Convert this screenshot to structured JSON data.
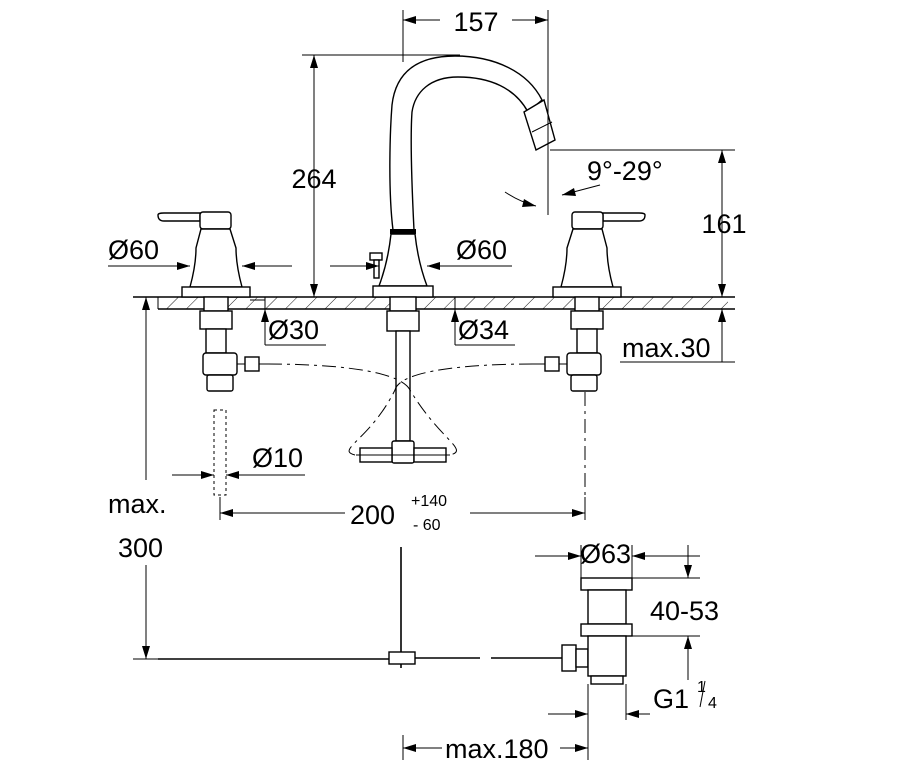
{
  "labels": {
    "spout_reach": "157",
    "spout_height": "264",
    "swivel_angle": "9°-29°",
    "outlet_height": "161",
    "handle_diameter_left": "Ø60",
    "spout_diameter": "Ø60",
    "handle_hole": "Ø30",
    "spout_hole": "Ø34",
    "counter_thickness": "max.30",
    "supply_pipe": "Ø10",
    "spread_nominal": "200",
    "spread_plus": "+140",
    "spread_minus": "- 60",
    "max_prefix": "max.",
    "max_depth": "300",
    "waste_diameter": "Ø63",
    "waste_range": "40-53",
    "waste_thread": "G1",
    "thread_num": "1",
    "thread_den": "4",
    "waste_reach": "max.180"
  }
}
